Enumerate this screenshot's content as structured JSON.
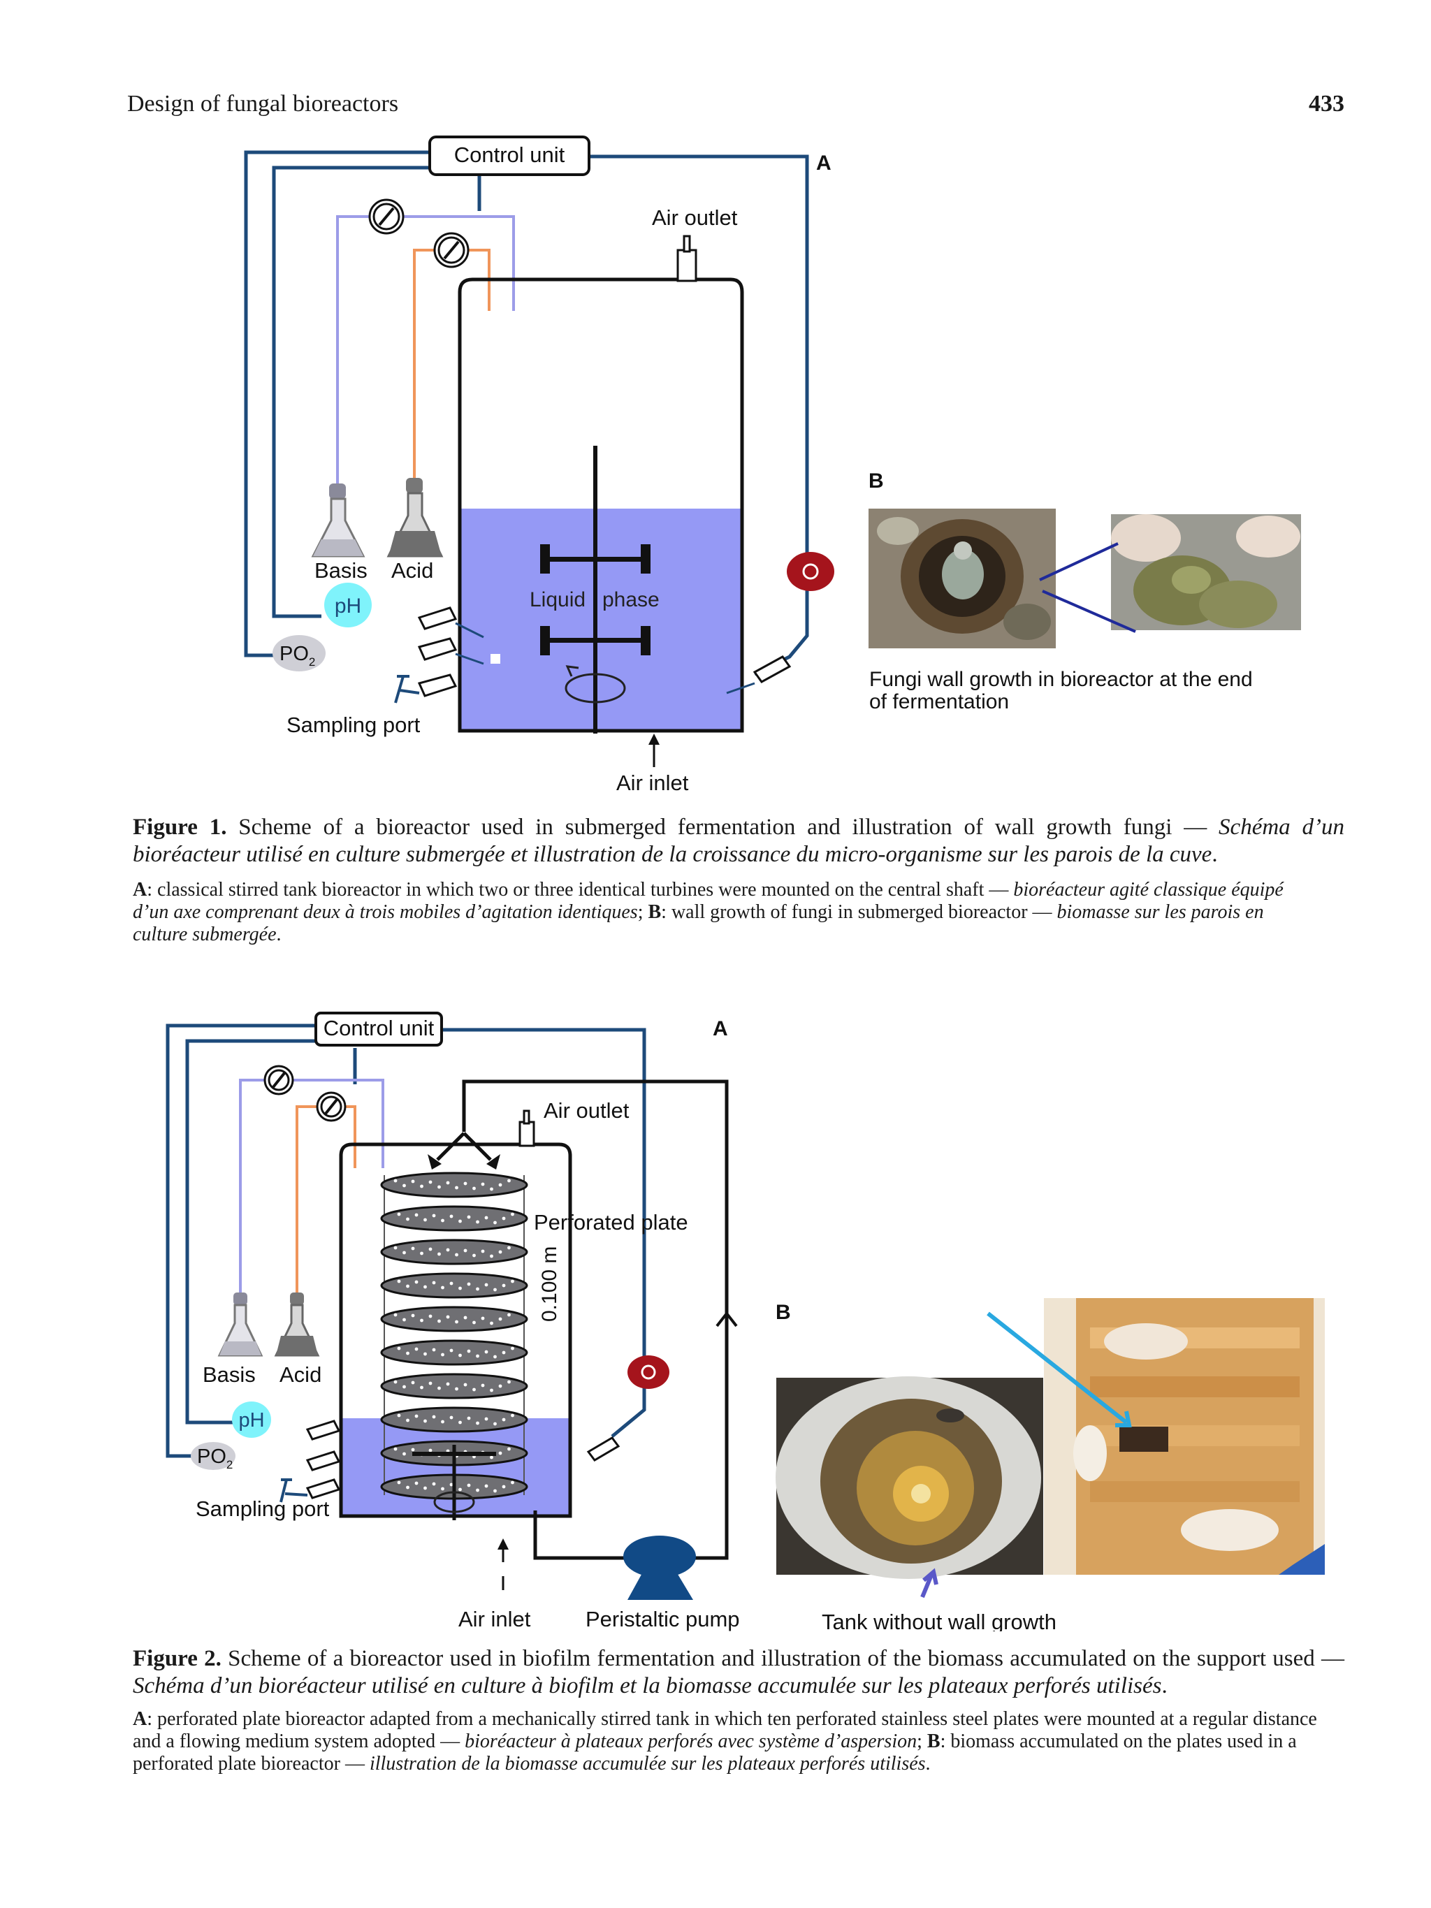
{
  "header": {
    "running_title": "Design of fungal bioreactors",
    "page_number": "433"
  },
  "figure1": {
    "panel_a": "A",
    "panel_b": "B",
    "labels": {
      "control_unit": "Control unit",
      "air_outlet": "Air outlet",
      "basis": "Basis",
      "acid": "Acid",
      "ph": "pH",
      "po2": "PO",
      "po2_sub": "2",
      "liquid": "Liquid",
      "phase": "phase",
      "sampling_port": "Sampling port",
      "air_inlet": "Air inlet"
    },
    "photo_caption_line1": "Fungi wall growth in bioreactor at the end",
    "photo_caption_line2": "of fermentation",
    "caption_label": "Figure 1.",
    "caption_en": "Scheme of a bioreactor used in submerged fermentation and illustration of wall growth fungi —",
    "caption_fr": "Schéma d’un bioréacteur utilisé en culture submergée et illustration de la croissance du micro-organisme sur les parois de la cuve",
    "note_a_label": "A",
    "note_a_en": ": classical stirred tank bioreactor in which two or three identical turbines were mounted on the central shaft —",
    "note_a_fr": "bioréacteur agité classique équipé d’un axe comprenant deux à trois mobiles d’agitation identiques",
    "note_b_label": "B",
    "note_b_en": ": wall growth of fungi in submerged bioreactor —",
    "note_b_fr": "biomasse sur les parois en culture submergée"
  },
  "figure2": {
    "panel_a": "A",
    "panel_b": "B",
    "labels": {
      "control_unit": "Control unit",
      "air_outlet": "Air outlet",
      "perforated_plate": "Perforated plate",
      "distance": "0.100 m",
      "basis": "Basis",
      "acid": "Acid",
      "ph": "pH",
      "po2": "PO",
      "po2_sub": "2",
      "sampling_port": "Sampling port",
      "air_inlet": "Air inlet",
      "peristaltic_pump": "Peristaltic pump",
      "tank_without": "Tank without wall growth"
    },
    "caption_label": "Figure 2.",
    "caption_en": "Scheme of a bioreactor used in biofilm fermentation and illustration of the biomass accumulated on the support used —",
    "caption_fr": "Schéma d’un bioréacteur utilisé en culture à biofilm et la biomasse accumulée sur les plateaux perforés utilisés",
    "note_a_label": "A",
    "note_a_en": ": perforated plate bioreactor adapted from a mechanically stirred tank in which ten perforated stainless steel plates were mounted at a regular distance and a flowing medium system adopted —",
    "note_a_fr": "bioréacteur à plateaux perforés avec système d’aspersion",
    "note_b_label": "B",
    "note_b_en": ": biomass accumulated on the plates used in a perforated plate bioreactor —",
    "note_b_fr": "illustration de la biomasse accumulée sur les plateaux perforés utilisés"
  }
}
